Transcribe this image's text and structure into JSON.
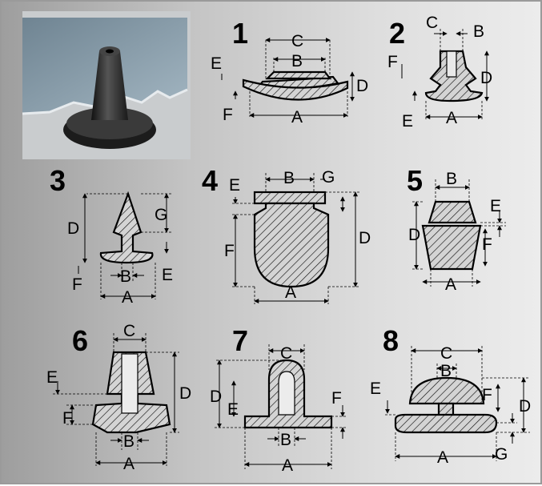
{
  "panels": [
    {
      "number": "1",
      "labels": [
        "A",
        "B",
        "C",
        "D",
        "E",
        "F"
      ]
    },
    {
      "number": "2",
      "labels": [
        "A",
        "B",
        "C",
        "D",
        "E",
        "F"
      ]
    },
    {
      "number": "3",
      "labels": [
        "A",
        "B",
        "D",
        "E",
        "F",
        "G"
      ]
    },
    {
      "number": "4",
      "labels": [
        "A",
        "B",
        "D",
        "E",
        "F",
        "G"
      ]
    },
    {
      "number": "5",
      "labels": [
        "A",
        "B",
        "D",
        "E",
        "F"
      ]
    },
    {
      "number": "6",
      "labels": [
        "A",
        "B",
        "C",
        "D",
        "E",
        "F"
      ]
    },
    {
      "number": "7",
      "labels": [
        "A",
        "B",
        "C",
        "D",
        "E",
        "F"
      ]
    },
    {
      "number": "8",
      "labels": [
        "A",
        "B",
        "C",
        "D",
        "E",
        "F",
        "G"
      ]
    }
  ]
}
